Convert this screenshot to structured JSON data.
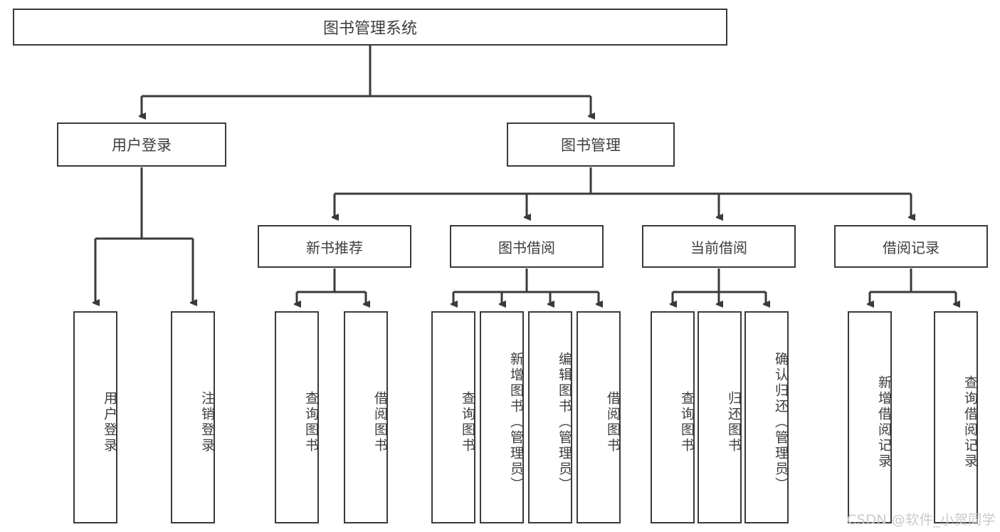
{
  "diagram": {
    "title": "图书管理系统",
    "type": "hierarchy-tree",
    "background_color": "#ffffff",
    "box_border_color": "#3a3a3a",
    "text_color": "#3d3d3d",
    "edge_color": "#3a3a3a"
  },
  "root": {
    "label": "图书管理系统"
  },
  "level1": [
    {
      "label": "用户登录"
    },
    {
      "label": "图书管理"
    }
  ],
  "level2": [
    {
      "label": "新书推荐"
    },
    {
      "label": "图书借阅"
    },
    {
      "label": "当前借阅"
    },
    {
      "label": "借阅记录"
    }
  ],
  "leaves": {
    "user_login": [
      {
        "label": "用户登录"
      },
      {
        "label": "注销登录"
      }
    ],
    "new_book_recommend": [
      {
        "label": "查询图书"
      },
      {
        "label": "借阅图书"
      }
    ],
    "book_borrow": [
      {
        "label": "查询图书"
      },
      {
        "label": "新增图书（管理员）"
      },
      {
        "label": "编辑图书（管理员）"
      },
      {
        "label": "借阅图书"
      }
    ],
    "current_borrow": [
      {
        "label": "查询图书"
      },
      {
        "label": "归还图书"
      },
      {
        "label": "确认归还（管理员）"
      }
    ],
    "borrow_records": [
      {
        "label": "新增借阅记录"
      },
      {
        "label": "查询借阅记录"
      }
    ]
  },
  "watermark": {
    "text": "CSDN @软件_小贺同学"
  }
}
